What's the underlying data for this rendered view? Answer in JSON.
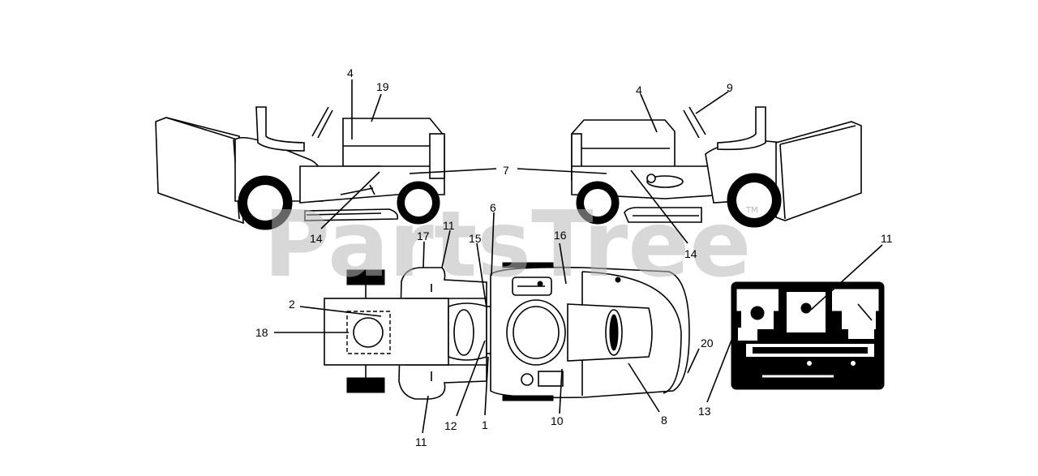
{
  "watermark": {
    "text": "PartsTree",
    "trademark": "TM"
  },
  "callouts": [
    {
      "id": "c4a",
      "text": "4"
    },
    {
      "id": "c19",
      "text": "19"
    },
    {
      "id": "c7",
      "text": "7"
    },
    {
      "id": "c14a",
      "text": "14"
    },
    {
      "id": "c4b",
      "text": "4"
    },
    {
      "id": "c9",
      "text": "9"
    },
    {
      "id": "c14b",
      "text": "14"
    },
    {
      "id": "c6",
      "text": "6"
    },
    {
      "id": "c11a",
      "text": "11"
    },
    {
      "id": "c17",
      "text": "17"
    },
    {
      "id": "c15",
      "text": "15"
    },
    {
      "id": "c16",
      "text": "16"
    },
    {
      "id": "c2",
      "text": "2"
    },
    {
      "id": "c18",
      "text": "18"
    },
    {
      "id": "c12",
      "text": "12"
    },
    {
      "id": "c1",
      "text": "1"
    },
    {
      "id": "c10",
      "text": "10"
    },
    {
      "id": "c8",
      "text": "8"
    },
    {
      "id": "c11b",
      "text": "11"
    },
    {
      "id": "c20",
      "text": "20"
    },
    {
      "id": "c13",
      "text": "13"
    },
    {
      "id": "c11c",
      "text": "11"
    }
  ]
}
